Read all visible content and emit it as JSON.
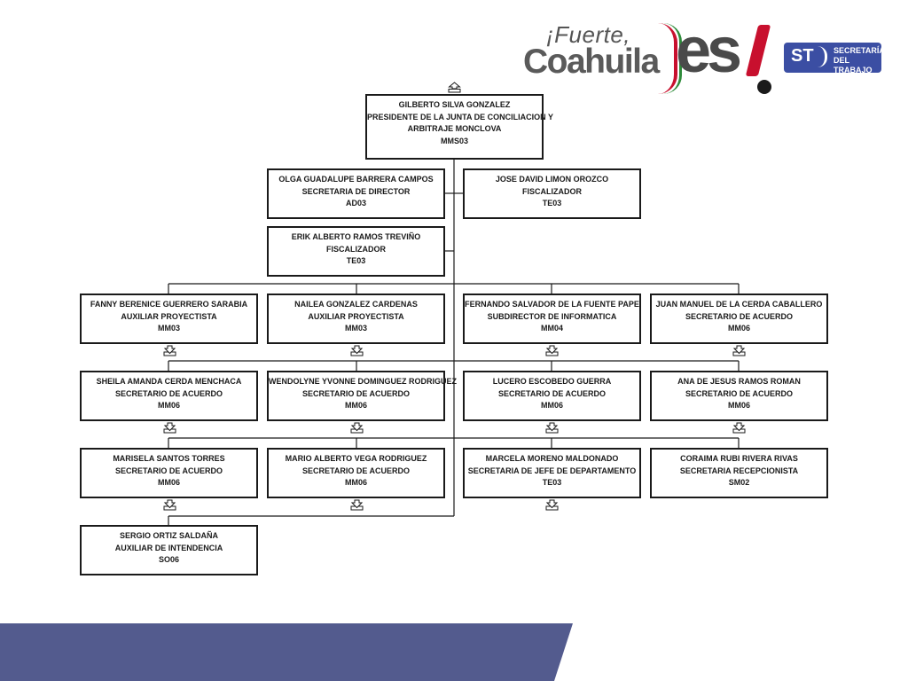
{
  "logo": {
    "line1": "¡Fuerte,",
    "line2": "Coahuila",
    "es": "es",
    "st_letters": "ST",
    "st_text_1": "SECRETARÍA",
    "st_text_2": "DEL TRABAJO"
  },
  "colors": {
    "band": "#535b8e",
    "band_accent": "#ffffff",
    "box_border": "#1a1a1a",
    "logo_red": "#c8102e",
    "logo_green": "#2e8b3a",
    "logo_blue": "#3b4ea3"
  },
  "icons": {
    "expand": "up-arrow-box-icon",
    "collapse": "down-arrow-box-icon"
  },
  "org": {
    "top": {
      "name": "GILBERTO SILVA GONZALEZ",
      "title_1": "PRESIDENTE DE LA JUNTA DE CONCILIACION Y",
      "title_2": "ARBITRAJE MONCLOVA",
      "code": "MMS03"
    },
    "assistants": [
      {
        "name": "OLGA GUADALUPE BARRERA CAMPOS",
        "title": "SECRETARIA DE DIRECTOR",
        "code": "AD03"
      },
      {
        "name": "JOSE DAVID LIMON OROZCO",
        "title": "FISCALIZADOR",
        "code": "TE03"
      },
      {
        "name": "ERIK ALBERTO RAMOS TREVIÑO",
        "title": "FISCALIZADOR",
        "code": "TE03"
      }
    ],
    "row1": [
      {
        "name": "FANNY BERENICE GUERRERO SARABIA",
        "title": "AUXILIAR PROYECTISTA",
        "code": "MM03"
      },
      {
        "name": "NAILEA GONZALEZ CARDENAS",
        "title": "AUXILIAR PROYECTISTA",
        "code": "MM03"
      },
      {
        "name": "FERNANDO SALVADOR DE LA FUENTE PAPE",
        "title": "SUBDIRECTOR DE INFORMATICA",
        "code": "MM04"
      },
      {
        "name": "JUAN MANUEL DE LA CERDA CABALLERO",
        "title": "SECRETARIO DE ACUERDO",
        "code": "MM06"
      }
    ],
    "row2": [
      {
        "name": "SHEILA AMANDA CERDA MENCHACA",
        "title": "SECRETARIO DE ACUERDO",
        "code": "MM06"
      },
      {
        "name": "WENDOLYNE YVONNE DOMINGUEZ RODRIGUEZ",
        "title": "SECRETARIO DE ACUERDO",
        "code": "MM06"
      },
      {
        "name": "LUCERO ESCOBEDO GUERRA",
        "title": "SECRETARIO DE ACUERDO",
        "code": "MM06"
      },
      {
        "name": "ANA DE JESUS RAMOS ROMAN",
        "title": "SECRETARIO DE ACUERDO",
        "code": "MM06"
      }
    ],
    "row3": [
      {
        "name": "MARISELA SANTOS TORRES",
        "title": "SECRETARIO DE ACUERDO",
        "code": "MM06"
      },
      {
        "name": "MARIO ALBERTO VEGA RODRIGUEZ",
        "title": "SECRETARIO DE ACUERDO",
        "code": "MM06"
      },
      {
        "name": "MARCELA MORENO MALDONADO",
        "title": "SECRETARIA DE JEFE DE DEPARTAMENTO",
        "code": "TE03"
      },
      {
        "name": "CORAIMA RUBI RIVERA RIVAS",
        "title": "SECRETARIA RECEPCIONISTA",
        "code": "SM02"
      }
    ],
    "row4": [
      {
        "name": "SERGIO ORTIZ SALDAÑA",
        "title": "AUXILIAR DE INTENDENCIA",
        "code": "SO06"
      }
    ]
  }
}
